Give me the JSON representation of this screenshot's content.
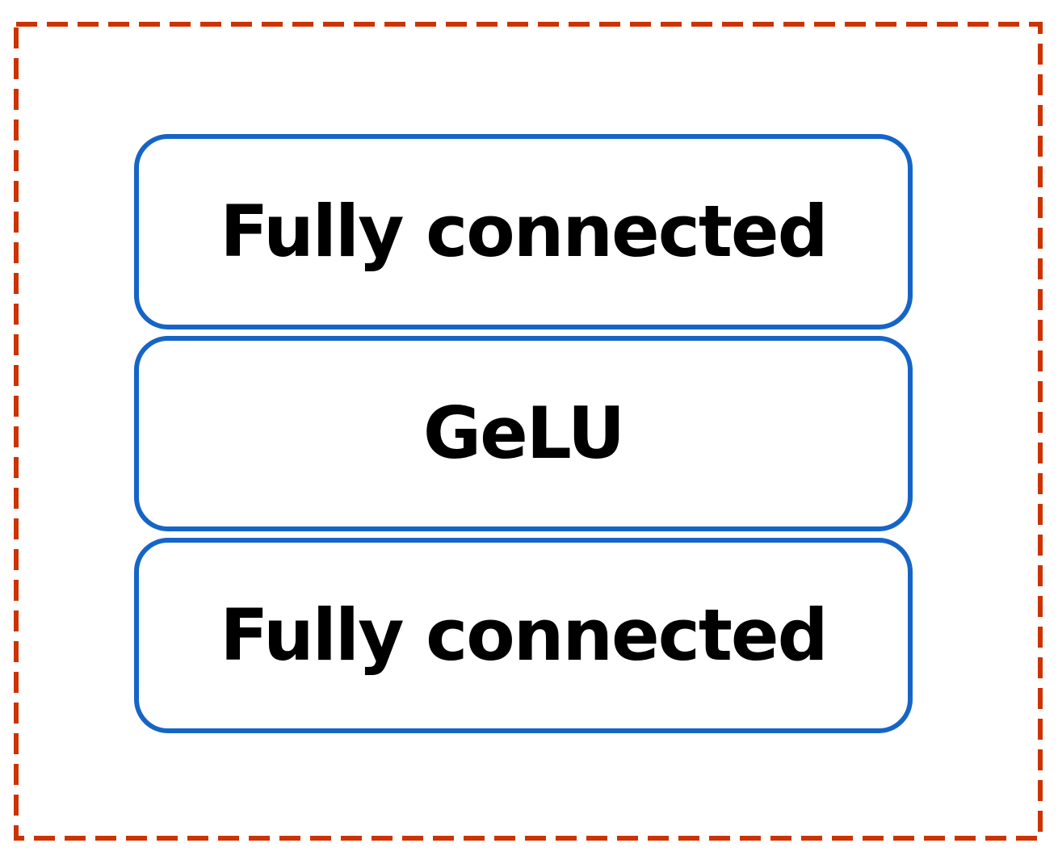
{
  "colors": {
    "frame_border": "#cc3300",
    "block_border": "#1565c8",
    "text": "#000000",
    "background": "#ffffff"
  },
  "blocks": [
    {
      "label": "Fully connected"
    },
    {
      "label": "GeLU"
    },
    {
      "label": "Fully connected"
    }
  ]
}
